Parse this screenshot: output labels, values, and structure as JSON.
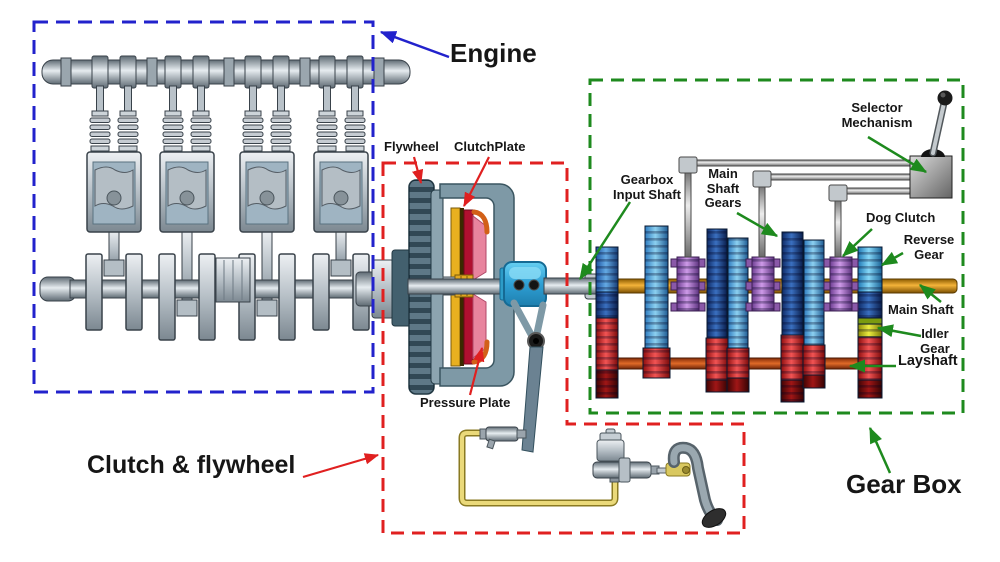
{
  "diagram": {
    "engine": {
      "label": "Engine"
    },
    "clutch": {
      "label": "Clutch & flywheel",
      "flywheel": "Flywheel",
      "clutch_plate": "ClutchPlate",
      "pressure_plate": "Pressure Plate"
    },
    "gearbox": {
      "label": "Gear Box",
      "selector_line1": "Selector",
      "selector_line2": "Mechanism",
      "input_line1": "Gearbox",
      "input_line2": "Input Shaft",
      "msg_line1": "Main",
      "msg_line2": "Shaft",
      "msg_line3": "Gears",
      "dog_clutch": "Dog Clutch",
      "reverse_line1": "Reverse",
      "reverse_line2": "Gear",
      "main_shaft": "Main Shaft",
      "idler_line1": "Idler",
      "idler_line2": "Gear",
      "layshaft": "Layshaft"
    },
    "colors": {
      "engine_box": "#2222cc",
      "clutch_box": "#e02020",
      "gearbox_box": "#1e8a1e",
      "main_shaft": "#e8a428",
      "layshaft": "#d4621e",
      "gear_blue": "#3c78c8",
      "gear_light_blue": "#5fb0e8",
      "gear_red": "#d43030",
      "dog_clutch": "#a070c8",
      "idler_gear": "#d8d820",
      "release_bearing": "#3fb9e6",
      "hydraulic_pipe": "#ead97a"
    }
  }
}
